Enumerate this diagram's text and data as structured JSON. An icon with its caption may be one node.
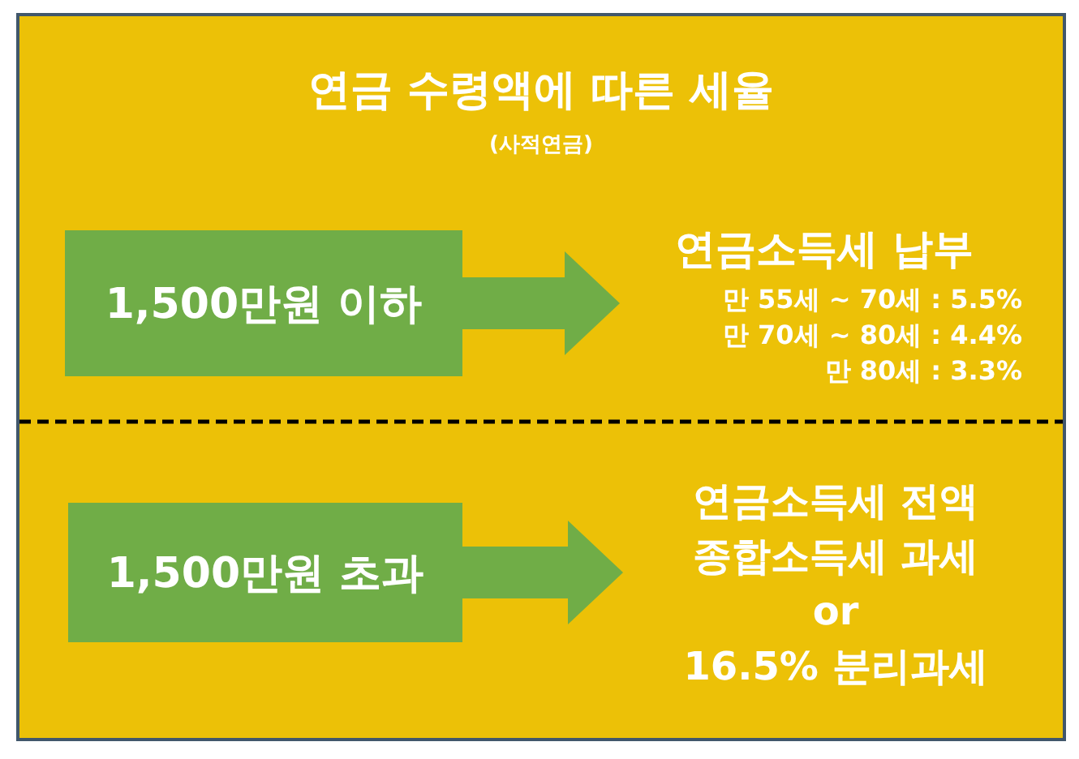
{
  "diagram": {
    "title": "연금 수령액에 따른 세율",
    "nodes": [
      {
        "text": [
          "1,500만원 이하"
        ]
      },
      {
        "text": [
          "연금소득세 납부",
          "만 55세 ~ 70세 : 5.5%",
          "만 70세 ~ 80세 : 4.4%",
          "만 80세 : 3.3%"
        ]
      },
      {
        "text": [
          "1,500만원 초과"
        ]
      },
      {
        "text": [
          "연금소득세 전액",
          "종합소득세 과세",
          "or",
          "16.5% 분리과세"
        ]
      }
    ],
    "edges": [
      {
        "from": 0,
        "to": 1,
        "arrow": "to",
        "style": "thick"
      },
      {
        "from": 2,
        "to": 3,
        "arrow": "to",
        "style": "thick"
      }
    ],
    "labels": [
      "(사적연금)"
    ]
  }
}
